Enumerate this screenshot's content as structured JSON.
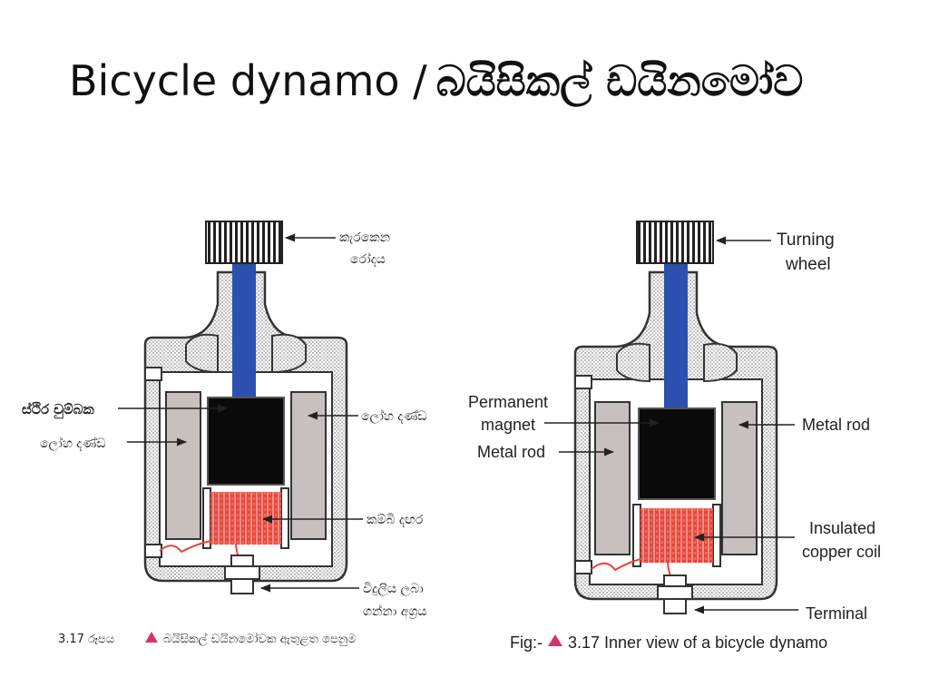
{
  "title": {
    "en": "Bicycle dynamo  /",
    "si": "බයිසිකල් ඩයිනමෝව"
  },
  "left_figure": {
    "labels": {
      "wheel_line1": "කැරකෙන",
      "wheel_line2": "රෝදය",
      "magnet": "ස්ථිර චුම්බක",
      "rod_left": "ලෝහ දණ්ඩ",
      "rod_right": "ලෝහ දණ්ඩ",
      "coil": "කම්බි දඟර",
      "terminal_line1": "විදුලිය ලබා",
      "terminal_line2": "ගන්නා අග්‍රය"
    },
    "caption": {
      "number": "3.17 රූපය",
      "text": "බයිසිකල් ඩයිනමෝවක ඇතුළත පෙනුම"
    }
  },
  "right_figure": {
    "labels": {
      "wheel_line1": "Turning",
      "wheel_line2": "wheel",
      "magnet_line1": "Permanent",
      "magnet_line2": "magnet",
      "rod_left": "Metal rod",
      "rod_right": "Metal rod",
      "coil_line1": "Insulated",
      "coil_line2": "copper coil",
      "terminal": "Terminal"
    },
    "caption": {
      "prefix": "Fig:-",
      "text": "3.17  Inner view of a bicycle dynamo"
    }
  },
  "colors": {
    "shaft": "#2c4fb0",
    "magnet": "#0a0a0a",
    "rod": "#c8bfbf",
    "coil": "#e8453a",
    "wire": "#e8453a",
    "caption_triangle": "#d6336c"
  }
}
